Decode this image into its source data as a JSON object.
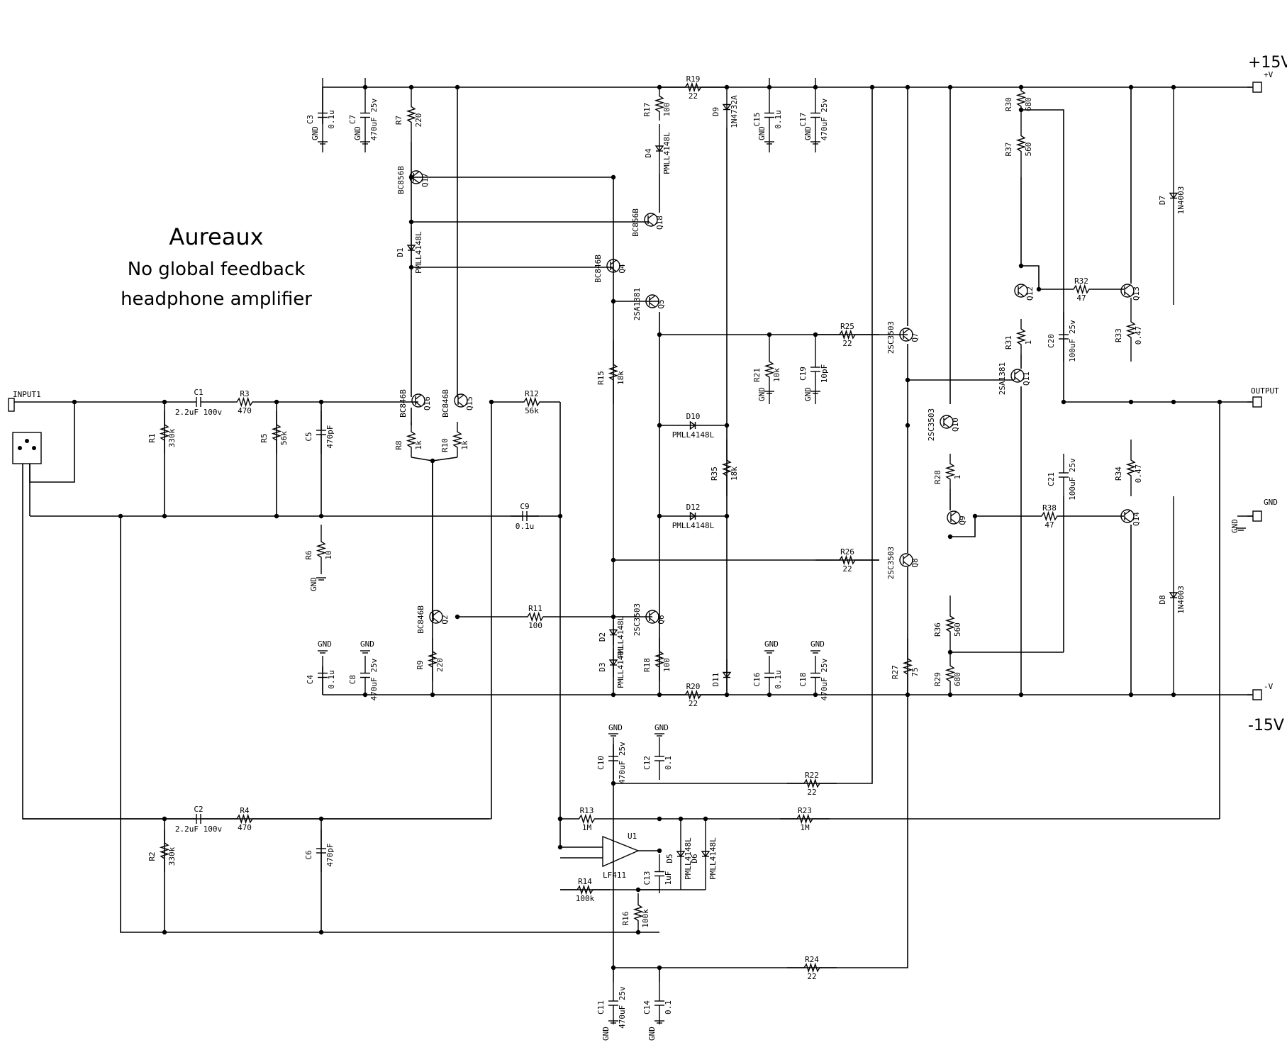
{
  "title": {
    "line1": "Aureaux",
    "line2": "No global feedback",
    "line3": "headphone amplifier"
  },
  "rails": {
    "positive": "+15V",
    "negative": "-15V",
    "pos_conn": "+V",
    "neg_conn": "-V",
    "output_conn": "OUTPUT",
    "gnd_conn": "GND",
    "input_conn": "INPUT1"
  },
  "components": [
    {
      "ref": "C3",
      "value": "0.1u"
    },
    {
      "ref": "C7",
      "value": "470uF 25v"
    },
    {
      "ref": "R7",
      "value": "220"
    },
    {
      "ref": "Q17",
      "value": "BC856B"
    },
    {
      "ref": "D1",
      "value": "PMLL4148L"
    },
    {
      "ref": "Q16",
      "value": "BC846B"
    },
    {
      "ref": "Q15",
      "value": "BC846B"
    },
    {
      "ref": "R8",
      "value": "1k"
    },
    {
      "ref": "R10",
      "value": "1k"
    },
    {
      "ref": "Q18",
      "value": "BC856B"
    },
    {
      "ref": "Q4",
      "value": "BC846B"
    },
    {
      "ref": "R17",
      "value": "100"
    },
    {
      "ref": "D4",
      "value": "PMLL4148L"
    },
    {
      "ref": "R19",
      "value": "22"
    },
    {
      "ref": "D9",
      "value": "1N4732A"
    },
    {
      "ref": "C15",
      "value": "0.1u"
    },
    {
      "ref": "C17",
      "value": "470uF 25v"
    },
    {
      "ref": "Q5",
      "value": "2SA1381"
    },
    {
      "ref": "R15",
      "value": "18k"
    },
    {
      "ref": "R21",
      "value": "10k"
    },
    {
      "ref": "C19",
      "value": "10pF"
    },
    {
      "ref": "R25",
      "value": "22"
    },
    {
      "ref": "Q7",
      "value": "2SC3503"
    },
    {
      "ref": "D10",
      "value": "PMLL4148L"
    },
    {
      "ref": "R35",
      "value": "18k"
    },
    {
      "ref": "D12",
      "value": "PMLL4148L"
    },
    {
      "ref": "R26",
      "value": "22"
    },
    {
      "ref": "Q8",
      "value": "2SC3503"
    },
    {
      "ref": "Q10",
      "value": "2SC3503"
    },
    {
      "ref": "R28",
      "value": "1"
    },
    {
      "ref": "Q9",
      "value": ""
    },
    {
      "ref": "R36",
      "value": "560"
    },
    {
      "ref": "R29",
      "value": "680"
    },
    {
      "ref": "R27",
      "value": "75"
    },
    {
      "ref": "R30",
      "value": "680"
    },
    {
      "ref": "R37",
      "value": "560"
    },
    {
      "ref": "Q12",
      "value": ""
    },
    {
      "ref": "R31",
      "value": "1"
    },
    {
      "ref": "Q11",
      "value": "2SA1381"
    },
    {
      "ref": "C20",
      "value": "100uF 25v"
    },
    {
      "ref": "C21",
      "value": "100uF 25v"
    },
    {
      "ref": "R32",
      "value": "47"
    },
    {
      "ref": "R38",
      "value": "47"
    },
    {
      "ref": "Q13",
      "value": ""
    },
    {
      "ref": "Q14",
      "value": ""
    },
    {
      "ref": "R33",
      "value": "0.47"
    },
    {
      "ref": "R34",
      "value": "0.47"
    },
    {
      "ref": "D7",
      "value": "1N4003"
    },
    {
      "ref": "D8",
      "value": "1N4003"
    },
    {
      "ref": "C1",
      "value": "2.2uF 100v"
    },
    {
      "ref": "R3",
      "value": "470"
    },
    {
      "ref": "R1",
      "value": "330k"
    },
    {
      "ref": "R5",
      "value": "56k"
    },
    {
      "ref": "C5",
      "value": "470pF"
    },
    {
      "ref": "R6",
      "value": "10"
    },
    {
      "ref": "C9",
      "value": "0.1u"
    },
    {
      "ref": "R12",
      "value": "56k"
    },
    {
      "ref": "Q2",
      "value": "BC846B"
    },
    {
      "ref": "R11",
      "value": "100"
    },
    {
      "ref": "Q6",
      "value": "2SC3503"
    },
    {
      "ref": "D2",
      "value": "PMLL4148L"
    },
    {
      "ref": "D3",
      "value": "PMLL4148L"
    },
    {
      "ref": "R9",
      "value": "220"
    },
    {
      "ref": "C4",
      "value": "0.1u"
    },
    {
      "ref": "C8",
      "value": "470uF 25v"
    },
    {
      "ref": "R18",
      "value": "100"
    },
    {
      "ref": "R20",
      "value": "22"
    },
    {
      "ref": "D11",
      "value": ""
    },
    {
      "ref": "C16",
      "value": "0.1u"
    },
    {
      "ref": "C18",
      "value": "470uF 25v"
    },
    {
      "ref": "C10",
      "value": "470uF 25v"
    },
    {
      "ref": "C12",
      "value": "0.1"
    },
    {
      "ref": "R22",
      "value": "22"
    },
    {
      "ref": "C2",
      "value": "2.2uF 100v"
    },
    {
      "ref": "R4",
      "value": "470"
    },
    {
      "ref": "R2",
      "value": "330k"
    },
    {
      "ref": "C6",
      "value": "470pF"
    },
    {
      "ref": "R13",
      "value": "1M"
    },
    {
      "ref": "R23",
      "value": "1M"
    },
    {
      "ref": "U1",
      "value": "LF411"
    },
    {
      "ref": "C13",
      "value": "1uF"
    },
    {
      "ref": "D5",
      "value": "PMLL4148L"
    },
    {
      "ref": "D6",
      "value": "PMLL4148L"
    },
    {
      "ref": "R14",
      "value": "100k"
    },
    {
      "ref": "R16",
      "value": "100k"
    },
    {
      "ref": "R24",
      "value": "22"
    },
    {
      "ref": "C11",
      "value": "470uF 25v"
    },
    {
      "ref": "C14",
      "value": "0.1"
    }
  ],
  "gnd_label": "GND"
}
